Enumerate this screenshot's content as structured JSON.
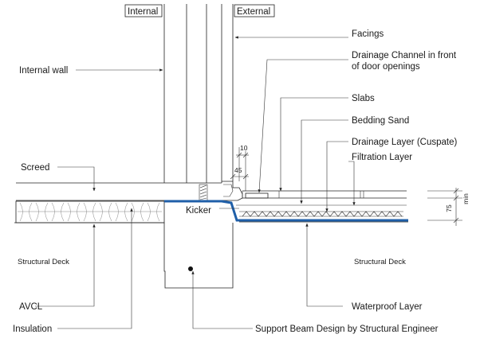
{
  "labels": {
    "internal": "Internal",
    "external": "External",
    "facings": "Facings",
    "drainage_channel_1": "Drainage Channel in front",
    "drainage_channel_2": "of door openings",
    "internal_wall": "Internal wall",
    "slabs": "Slabs",
    "bedding_sand": "Bedding Sand",
    "drainage_layer": "Drainage Layer (Cuspate)",
    "filtration_layer": "Filtration Layer",
    "screed": "Screed",
    "kicker": "Kicker",
    "structural_deck_left": "Structural Deck",
    "structural_deck_right": "Structural Deck",
    "avcl": "AVCL",
    "waterproof_layer": "Waterproof Layer",
    "insulation": "Insulation",
    "support_beam": "Support Beam Design by  Structural Engineer"
  },
  "dimensions": {
    "d10": "10",
    "d45": "45",
    "d75": "75",
    "dmin": "min"
  },
  "colors": {
    "waterproof_membrane": "#1f5fa8",
    "linework": "#222222"
  }
}
